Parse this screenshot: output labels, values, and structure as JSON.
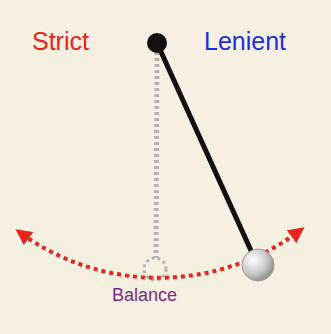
{
  "diagram": {
    "labels": [
      "Strict",
      "Lenient",
      "Balance"
    ]
  }
}
